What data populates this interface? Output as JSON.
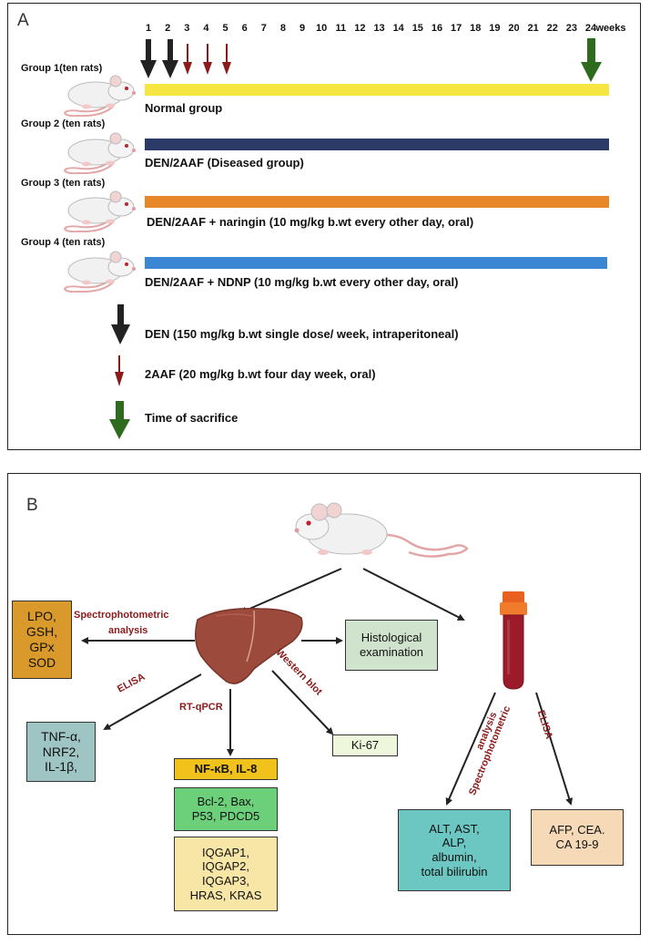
{
  "panel_a": {
    "label": "A",
    "weeks": [
      "1",
      "2",
      "3",
      "4",
      "5",
      "6",
      "7",
      "8",
      "9",
      "10",
      "11",
      "12",
      "13",
      "14",
      "15",
      "16",
      "17",
      "18",
      "19",
      "20",
      "21",
      "22",
      "23",
      "24"
    ],
    "weeks_unit": "weeks",
    "groups": [
      {
        "label": "Group 1(ten rats)",
        "text": "Normal group",
        "color": "#f5e642"
      },
      {
        "label": "Group 2 (ten rats)",
        "text": "DEN/2AAF (Diseased group)",
        "color": "#2b3a67"
      },
      {
        "label": "Group 3 (ten rats)",
        "text": "DEN/2AAF + naringin (10 mg/kg b.wt every other day, oral)",
        "color": "#e8872a"
      },
      {
        "label": "Group 4 (ten rats)",
        "text": "DEN/2AAF + NDNP (10 mg/kg b.wt every other day, oral)",
        "color": "#3b87d4"
      }
    ],
    "legend": [
      {
        "icon": "black-arrow-icon",
        "text": "DEN (150 mg/kg b.wt single dose/ week, intraperitoneal)",
        "color": "#222222"
      },
      {
        "icon": "red-arrow-icon",
        "text": "2AAF (20 mg/kg b.wt four day week, oral)",
        "color": "#8b1a1a"
      },
      {
        "icon": "green-arrow-icon",
        "text": "Time of sacrifice",
        "color": "#2e6b1f"
      }
    ]
  },
  "panel_b": {
    "label": "B",
    "boxes": {
      "oxidative": "LPO,\nGSH,\nGPx\nSOD",
      "histology": "Histological\nexamination",
      "cytokines": "TNF-α,\nNRF2,\nIL-1β,",
      "ki67": "Ki-67",
      "nfkb": "NF-κB, IL-8",
      "apoptosis": "Bcl-2, Bax,\nP53, PDCD5",
      "iqgap": "IQGAP1,\nIQGAP2,\nIQGAP3,\nHRAS, KRAS",
      "liver_function": "ALT, AST,\nALP,\nalbumin,\ntotal bilirubin",
      "tumor_markers": "AFP, CEA.\nCA 19-9"
    },
    "methods": {
      "spectro_left_1": "Spectrophotometric",
      "spectro_left_2": "analysis",
      "elisa_left": "ELISA",
      "rtqpcr": "RT-qPCR",
      "western": "Western blot",
      "spectro_right_1": "Spectrophotometric",
      "spectro_right_2": "analysis",
      "elisa_right": "ELISA"
    },
    "colors": {
      "oxidative": "#d99a2b",
      "histology": "#cfe3cd",
      "cytokines": "#9fc4c4",
      "ki67": "#eef6dc",
      "nfkb": "#f2c21c",
      "apoptosis": "#6cd07a",
      "iqgap": "#f7e6a5",
      "liver_function": "#6cc7c3",
      "tumor_markers": "#f6d9b6"
    }
  }
}
